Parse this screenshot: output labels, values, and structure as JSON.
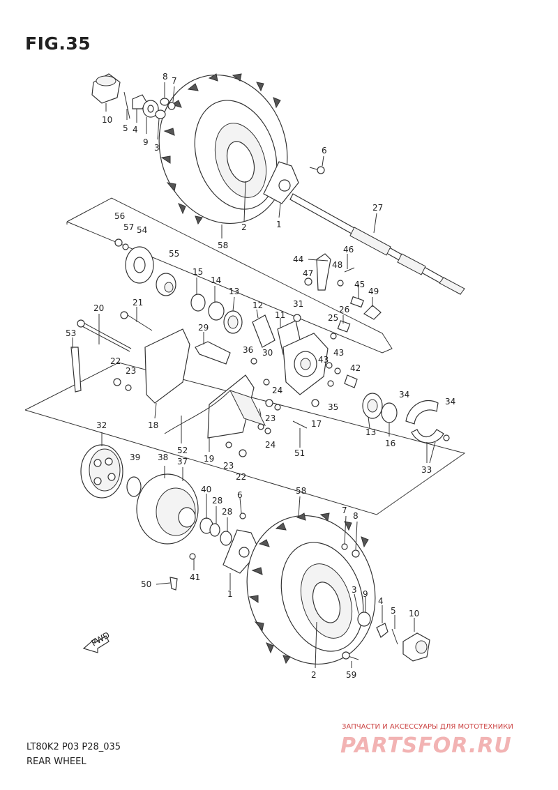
{
  "figure": {
    "title": "FIG.35",
    "code": "LT80K2 P03 P28_035",
    "name": "REAR WHEEL"
  },
  "watermark": {
    "text": "ЗАПЧАСТИ И АКСЕССУАРЫ ДЛЯ МОТОТЕХНИКИ",
    "logo": "PARTSFOR.RU"
  },
  "fwd_label": "FWD",
  "labels": [
    "10",
    "5",
    "4",
    "9",
    "8",
    "7",
    "3",
    "6",
    "2",
    "1",
    "58",
    "27",
    "56",
    "57",
    "54",
    "55",
    "44",
    "46",
    "47",
    "48",
    "45",
    "49",
    "15",
    "14",
    "13",
    "12",
    "11",
    "31",
    "26",
    "25",
    "20",
    "21",
    "53",
    "29",
    "36",
    "30",
    "43",
    "43",
    "42",
    "22",
    "23",
    "18",
    "24",
    "35",
    "17",
    "13",
    "34",
    "16",
    "34",
    "33",
    "32",
    "23",
    "52",
    "19",
    "24",
    "51",
    "23",
    "22",
    "39",
    "38",
    "37",
    "40",
    "28",
    "6",
    "28",
    "58",
    "7",
    "8",
    "3",
    "9",
    "4",
    "5",
    "10",
    "50",
    "41",
    "1",
    "2",
    "59"
  ]
}
